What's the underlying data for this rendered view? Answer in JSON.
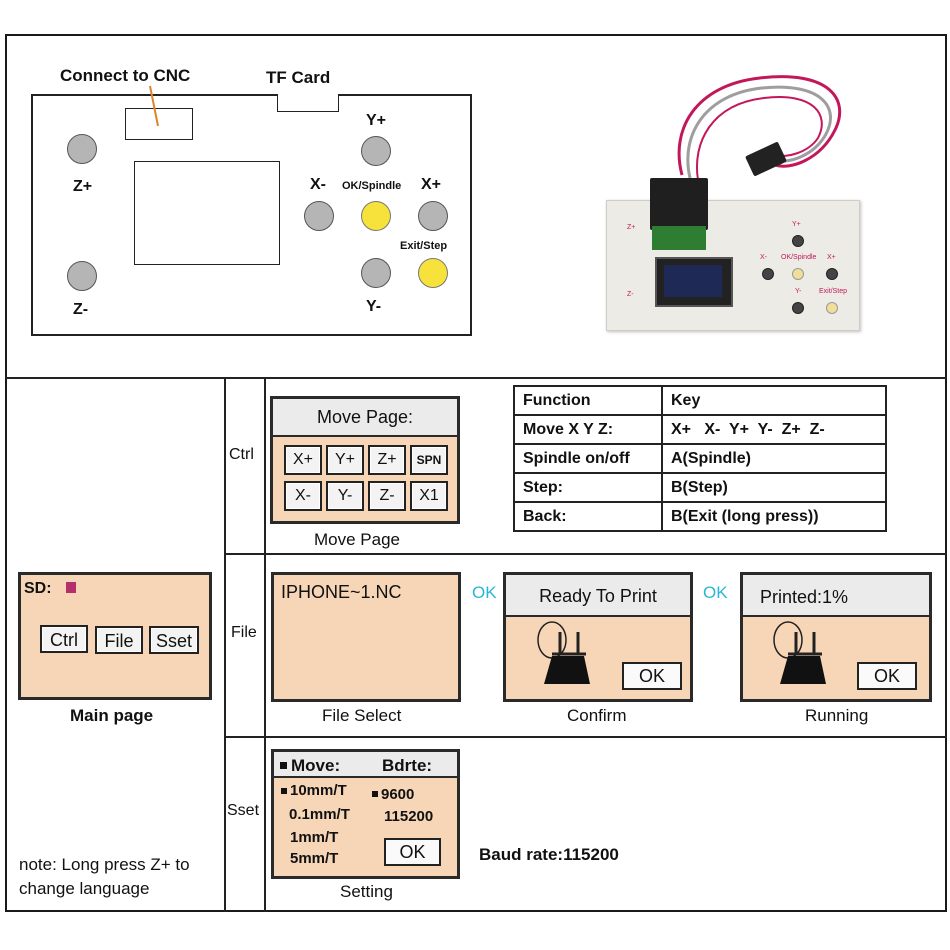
{
  "top": {
    "connect_label": "Connect to CNC",
    "tfcard_label": "TF Card",
    "zplus": "Z+",
    "zminus": "Z-",
    "yplus": "Y+",
    "yminus": "Y-",
    "xplus": "X+",
    "xminus": "X-",
    "ok_spindle": "OK/Spindle",
    "exit_step": "Exit/Step",
    "photo": {
      "zplus": "Z+",
      "zminus": "Z-",
      "yplus": "Y+",
      "yminus": "Y-",
      "xplus": "X+",
      "xminus": "X-",
      "ok_spindle": "OK/Spindle",
      "exit_step": "Exit/Step"
    }
  },
  "main_page": {
    "sd_label": "SD:",
    "buttons": [
      "Ctrl",
      "File",
      "Sset"
    ],
    "caption": "Main page",
    "note_line1": "note: Long press Z+ to",
    "note_line2": "change language"
  },
  "rows": {
    "ctrl_label": "Ctrl",
    "file_label": "File",
    "sset_label": "Sset"
  },
  "move_page": {
    "title": "Move Page:",
    "keys_row1": [
      "X+",
      "Y+",
      "Z+",
      "SPN"
    ],
    "keys_row2": [
      "X-",
      "Y-",
      "Z-",
      "X1"
    ],
    "caption": "Move Page"
  },
  "function_table": {
    "header": [
      "Function",
      "Key"
    ],
    "rows": [
      [
        "Move X Y Z:",
        "X+   X-  Y+  Y-  Z+  Z-"
      ],
      [
        "Spindle on/off",
        "A(Spindle)"
      ],
      [
        "Step:",
        "B(Step)"
      ],
      [
        "Back:",
        "B(Exit (long press))"
      ]
    ]
  },
  "file_row": {
    "file_select_text": "IPHONE~1.NC",
    "file_select_caption": "File Select",
    "ok_arrow1": "OK",
    "confirm_title": "Ready To Print",
    "confirm_ok": "OK",
    "confirm_caption": "Confirm",
    "ok_arrow2": "OK",
    "running_title": "Printed:1%",
    "running_ok": "OK",
    "running_caption": "Running"
  },
  "setting": {
    "move_header": "Move:",
    "bdrte_header": "Bdrte:",
    "move_options": [
      "10mm/T",
      "0.1mm/T",
      "1mm/T",
      "5mm/T"
    ],
    "baud_options": [
      "9600",
      "115200"
    ],
    "ok": "OK",
    "caption": "Setting",
    "baud_rate_text": "Baud rate:115200"
  },
  "colors": {
    "lcd_bg": "#f7d6b8",
    "ok_cyan": "#29b6d6",
    "sd_square": "#b3306a",
    "button_yellow": "#f6e23a",
    "ribbon_red": "#c2185b"
  }
}
